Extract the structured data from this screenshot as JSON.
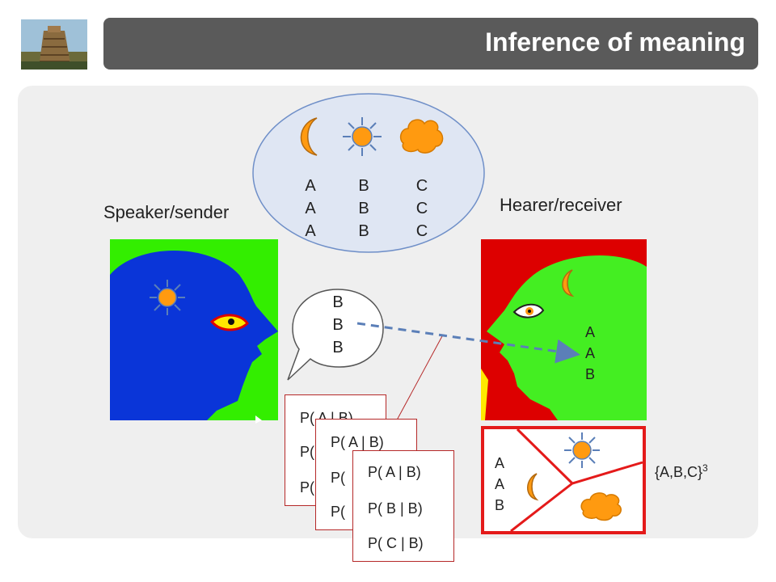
{
  "slide": {
    "title": "Inference of meaning"
  },
  "labels": {
    "speaker": "Speaker/sender",
    "hearer": "Hearer/receiver"
  },
  "meaning_space": {
    "columns": [
      [
        "A",
        "A",
        "A"
      ],
      [
        "B",
        "B",
        "B"
      ],
      [
        "C",
        "C",
        "C"
      ]
    ],
    "icons": [
      "moon-icon",
      "sun-icon",
      "cloud-icon"
    ]
  },
  "speech_bubble": {
    "lines": [
      "B",
      "B",
      "B"
    ]
  },
  "hearer_inferred": {
    "lines": [
      "A",
      "A",
      "B"
    ]
  },
  "grid_labels": {
    "lines": [
      "A",
      "A",
      "B"
    ]
  },
  "probability_cards": [
    {
      "lines": [
        "P( A | B)",
        "P(",
        "P("
      ]
    },
    {
      "lines": [
        "P( A | B)",
        "P(",
        "P("
      ]
    },
    {
      "lines": [
        "P( A | B)",
        "P( B | B)",
        "P( C | B)"
      ]
    }
  ],
  "set_expression": {
    "base": "{A,B,C}",
    "exponent": "3"
  },
  "colors": {
    "title_bar": "#5a5a5a",
    "panel": "#efefef",
    "speaker_bg": "#33ee00",
    "speaker_head": "#0a35d8",
    "hearer_bg": "#dd0000",
    "hearer_head": "#44ee22",
    "icon_orange": "#ff9a10",
    "arrow_blue": "#5b7fb8",
    "grid_red": "#e41a1a"
  }
}
